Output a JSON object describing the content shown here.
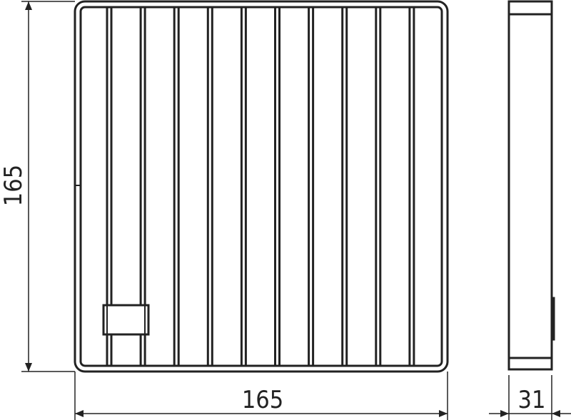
{
  "dimensions": {
    "height": "165",
    "width": "165",
    "depth": "31"
  },
  "colors": {
    "line": "#222222"
  },
  "grille": {
    "bar_count": 10
  }
}
